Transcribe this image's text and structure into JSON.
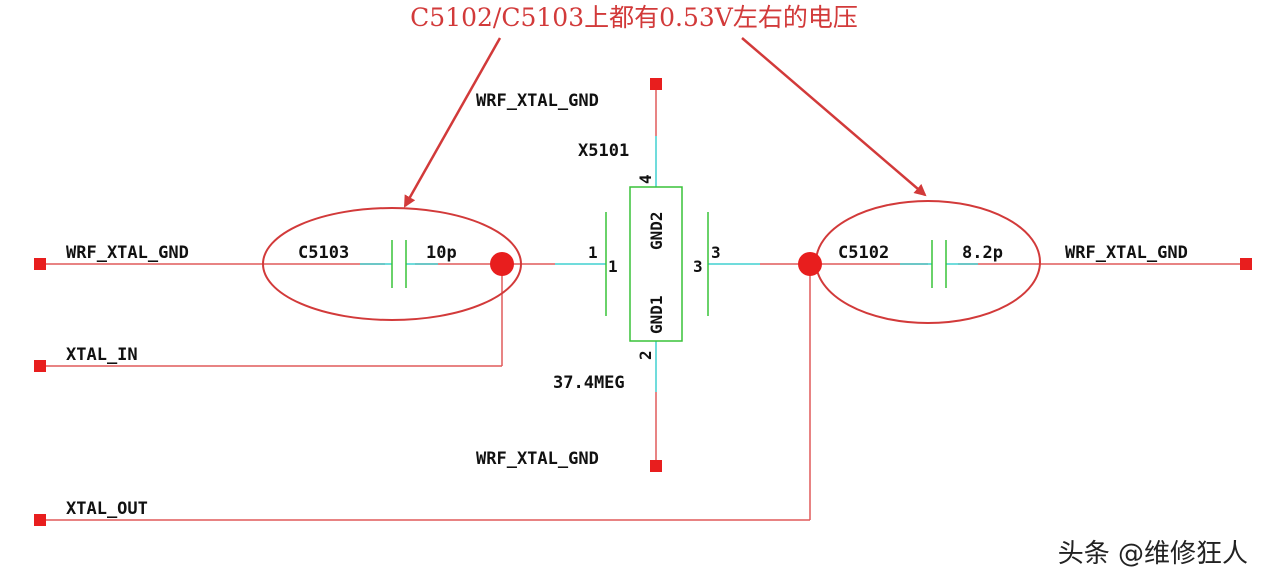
{
  "annotation": "C5102/C5103上都有0.53V左右的电压",
  "watermark": "头条 @维修狂人",
  "crystal": {
    "refdes": "X5101",
    "value": "37.4MEG",
    "pin1_outer": "1",
    "pin1_inner": "1",
    "pin2": "2",
    "pin3_outer": "3",
    "pin3_inner": "3",
    "pin4": "4",
    "gnd1_label": "GND1",
    "gnd2_label": "GND2"
  },
  "cap_left": {
    "refdes": "C5103",
    "value": "10p"
  },
  "cap_right": {
    "refdes": "C5102",
    "value": "8.2p"
  },
  "nets": {
    "left_gnd": "WRF_XTAL_GND",
    "right_gnd": "WRF_XTAL_GND",
    "top_gnd": "WRF_XTAL_GND",
    "bottom_gnd": "WRF_XTAL_GND",
    "xtal_in": "XTAL_IN",
    "xtal_out": "XTAL_OUT"
  },
  "colors": {
    "wire": "#e05a5a",
    "stub": "#40d0d0",
    "component": "#39c239",
    "highlight": "#d23a3a",
    "junction": "#e81e1e"
  }
}
